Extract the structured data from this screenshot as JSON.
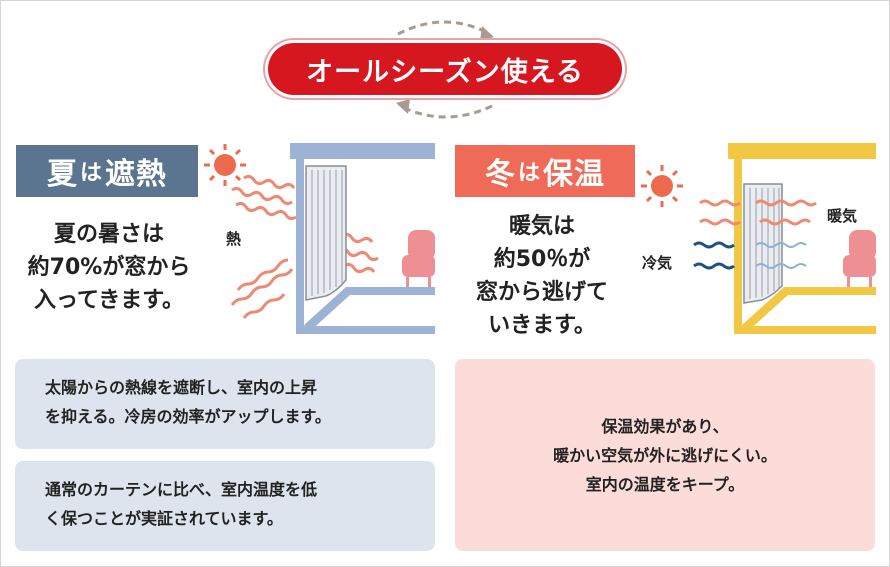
{
  "title": "オールシーズン使える",
  "summer": {
    "header_main1": "夏",
    "header_mid": "は",
    "header_main2": "遮熱",
    "lead_lines": [
      "夏の暑さは",
      "約70%が窓から",
      "入ってきます。"
    ],
    "heat_label": "熱",
    "box1_lines": [
      "太陽からの熱線を遮断し、室内の上昇",
      "を抑える。冷房の効率がアップします。"
    ],
    "box2_lines": [
      "通常のカーテンに比べ、室内温度を低",
      "く保つことが実証されています。"
    ]
  },
  "winter": {
    "header_main1": "冬",
    "header_mid": "は",
    "header_main2": "保温",
    "lead_lines": [
      "暖気は",
      "約50％が",
      "窓から逃げて",
      "いきます。"
    ],
    "warm_label": "暖気",
    "cold_label": "冷気",
    "box_lines": [
      "保温効果があり、",
      "暖かい空気が外に逃げにくい。",
      "室内の温度をキープ。"
    ]
  },
  "colors": {
    "red": "#d7171f",
    "summer_header": "#5b7591",
    "winter_header": "#ef6b57",
    "summer_box": "#dde4ee",
    "winter_box": "#fbdcd8",
    "summer_house": "#9cb3d6",
    "winter_house": "#f2c744",
    "heat_wave": "#ee8a74",
    "cold_wave": "#1f4f86",
    "sofa": "#ee8f93",
    "sun": "#ee6a4f"
  },
  "icons": [
    "cycle-arrows-icon",
    "sun-icon",
    "heat-wave-icon",
    "cold-wave-icon",
    "curtain-icon",
    "sofa-icon",
    "house-icon"
  ]
}
